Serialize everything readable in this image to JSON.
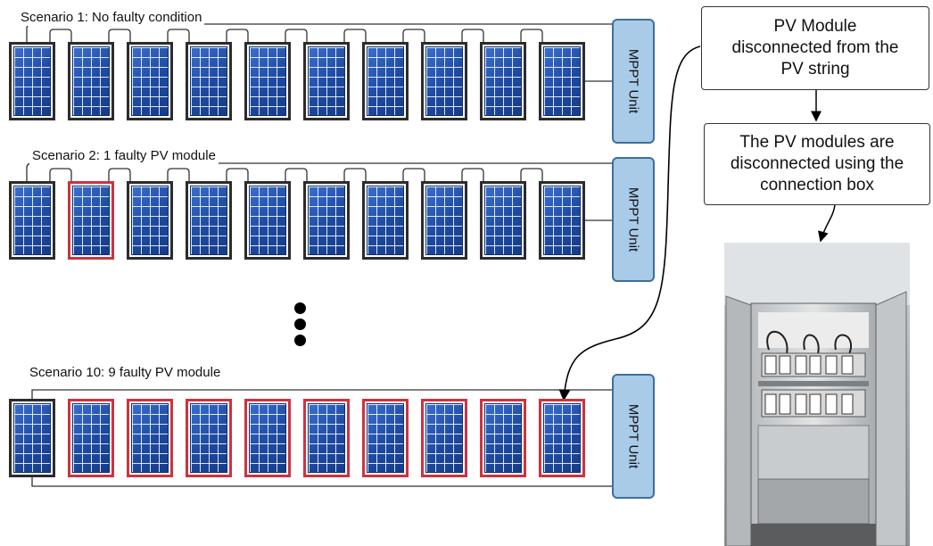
{
  "scenarios": [
    {
      "label": "Scenario 1: No faulty condition",
      "module_status": [
        "ok",
        "ok",
        "ok",
        "ok",
        "ok",
        "ok",
        "ok",
        "ok",
        "ok",
        "ok"
      ]
    },
    {
      "label": "Scenario 2: 1 faulty PV module",
      "module_status": [
        "ok",
        "faulty",
        "ok",
        "ok",
        "ok",
        "ok",
        "ok",
        "ok",
        "ok",
        "ok"
      ]
    },
    {
      "label": "Scenario 10: 9 faulty PV module",
      "module_status": [
        "ok",
        "faulty",
        "faulty",
        "faulty",
        "faulty",
        "faulty",
        "faulty",
        "faulty",
        "faulty",
        "faulty"
      ]
    }
  ],
  "mppt_label": "MPPT Unit",
  "flow": {
    "box1_lines": [
      "PV Module",
      "disconnected from the",
      "PV string"
    ],
    "box2_lines": [
      "The PV modules are",
      "disconnected using the",
      "connection box"
    ]
  },
  "colors": {
    "faulty_border": "#cc3340",
    "ok_border": "#2c2c2c",
    "mppt_fill": "#a9cbe8",
    "panel_blue": "#1f4fa8"
  }
}
